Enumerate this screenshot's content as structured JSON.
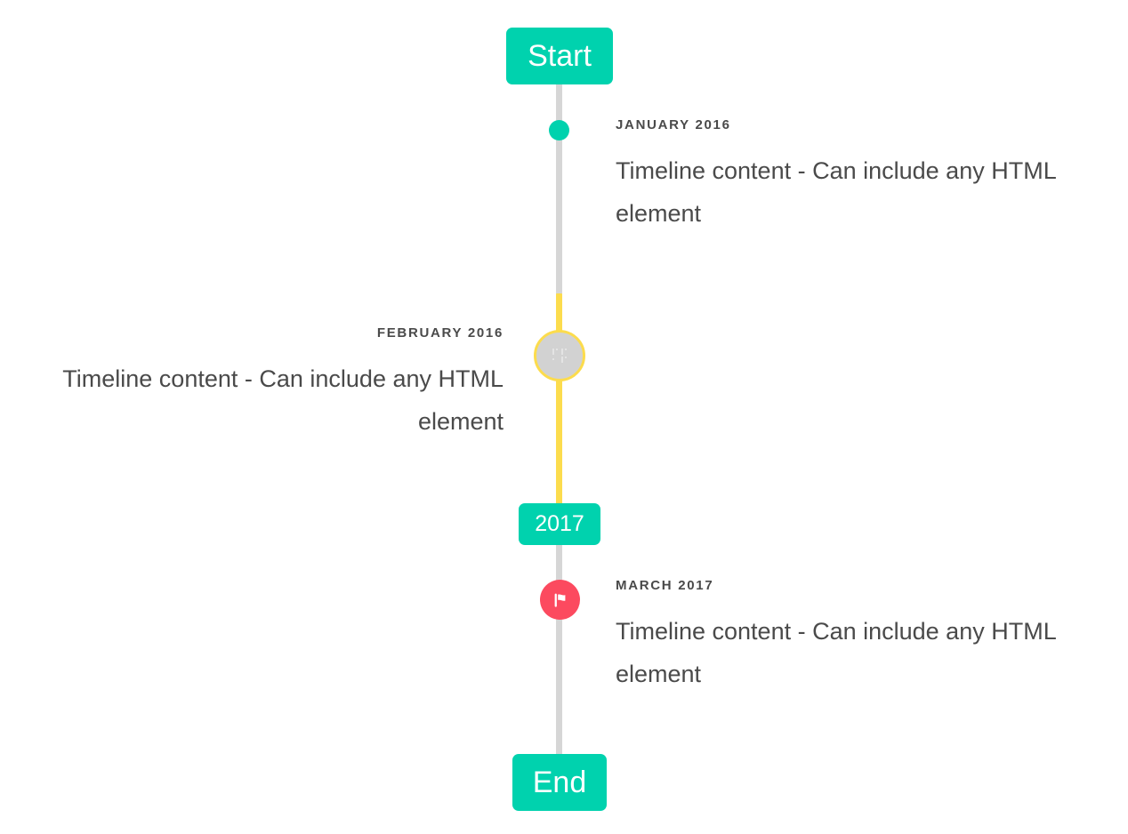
{
  "timeline": {
    "background_color": "#ffffff",
    "accent_color": "#00d2ae",
    "highlight_color": "#fcdc4d",
    "marker_alert_color": "#fc4a5f",
    "rail_color": "#d6d6d6",
    "text_color": "#4a4a4a",
    "caps": {
      "start_label": "Start",
      "middle_label": "2017",
      "end_label": "End"
    },
    "events": [
      {
        "date": "JANUARY 2016",
        "body": "Timeline content - Can include any HTML element",
        "side": "right",
        "marker": "teal-dot-icon"
      },
      {
        "date": "FEBRUARY 2016",
        "body": "Timeline content - Can include any HTML element",
        "side": "left",
        "marker": "broken-image-icon"
      },
      {
        "date": "MARCH 2017",
        "body": "Timeline content - Can include any HTML element",
        "side": "right",
        "marker": "flag-icon"
      }
    ]
  }
}
